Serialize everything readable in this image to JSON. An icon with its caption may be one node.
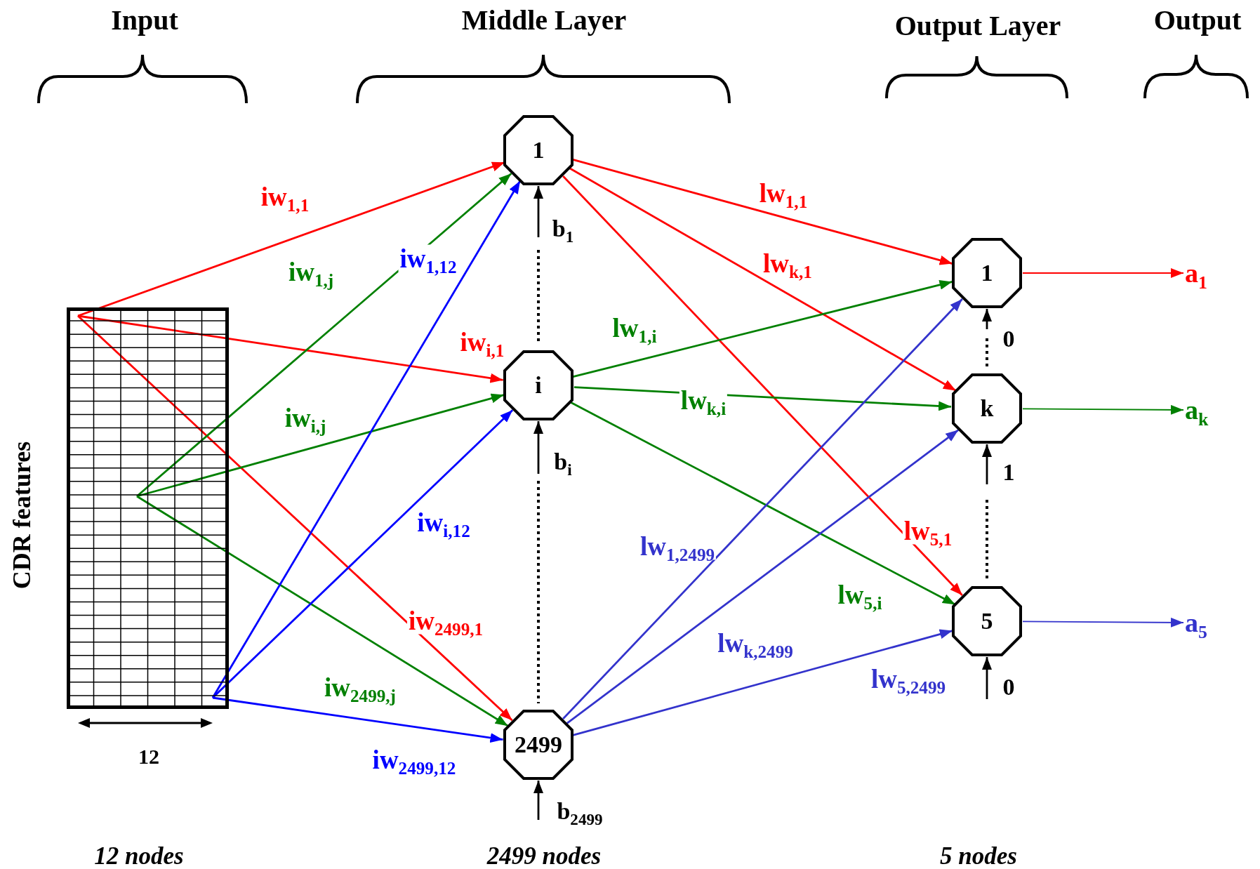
{
  "diagram": {
    "nodes": [
      {
        "text": [],
        "shape": "grid",
        "beside": [
          "CDR features"
        ]
      },
      {
        "text": [
          "1"
        ]
      },
      {
        "text": [
          "i"
        ]
      },
      {
        "text": [
          "2499"
        ]
      },
      {
        "text": [
          "1"
        ]
      },
      {
        "text": [
          "k"
        ]
      },
      {
        "text": [
          "5"
        ]
      },
      {
        "text": [
          "a$_{1}$"
        ]
      },
      {
        "text": [
          "a$_{k}$"
        ]
      },
      {
        "text": [
          "a$_{5}$"
        ]
      }
    ],
    "edges": [
      {
        "from": 0,
        "to": 1,
        "arrow": "to",
        "label": "iw$_{1,1}$",
        "color": "#ff0000"
      },
      {
        "from": 0,
        "to": 2,
        "arrow": "to",
        "label": "iw$_{i,1}$",
        "color": "#ff0000"
      },
      {
        "from": 0,
        "to": 3,
        "arrow": "to",
        "label": "iw$_{2499,1}$",
        "color": "#ff0000"
      },
      {
        "from": 0,
        "to": 1,
        "arrow": "to",
        "label": "iw$_{1,j}$",
        "color": "#008000"
      },
      {
        "from": 0,
        "to": 2,
        "arrow": "to",
        "label": "iw$_{i,j}$",
        "color": "#008000"
      },
      {
        "from": 0,
        "to": 3,
        "arrow": "to",
        "label": "iw$_{2499,j}$",
        "color": "#008000"
      },
      {
        "from": 0,
        "to": 1,
        "arrow": "to",
        "label": "iw$_{1,12}$",
        "color": "#0000ff"
      },
      {
        "from": 0,
        "to": 2,
        "arrow": "to",
        "label": "iw$_{i,12}$",
        "color": "#0000ff"
      },
      {
        "from": 0,
        "to": 3,
        "arrow": "to",
        "label": "iw$_{2499,12}$",
        "color": "#0000ff"
      },
      {
        "from": 1,
        "to": 4,
        "arrow": "to",
        "label": "lw$_{1,1}$",
        "color": "#ff0000"
      },
      {
        "from": 1,
        "to": 5,
        "arrow": "to",
        "label": "lw$_{k,1}$",
        "color": "#ff0000"
      },
      {
        "from": 1,
        "to": 6,
        "arrow": "to",
        "label": "lw$_{5,1}$",
        "color": "#ff0000"
      },
      {
        "from": 2,
        "to": 4,
        "arrow": "to",
        "label": "lw$_{1,i}$",
        "color": "#008000"
      },
      {
        "from": 2,
        "to": 5,
        "arrow": "to",
        "label": "lw$_{k,i}$",
        "color": "#008000"
      },
      {
        "from": 2,
        "to": 6,
        "arrow": "to",
        "label": "lw$_{5,i}$",
        "color": "#008000"
      },
      {
        "from": 3,
        "to": 4,
        "arrow": "to",
        "label": "lw$_{1,2499}$",
        "color": "#3333cc"
      },
      {
        "from": 3,
        "to": 5,
        "arrow": "to",
        "label": "lw$_{k,2499}$",
        "color": "#3333cc"
      },
      {
        "from": 3,
        "to": 6,
        "arrow": "to",
        "label": "lw$_{5,2499}$",
        "color": "#3333cc"
      },
      {
        "from": 4,
        "to": 7,
        "arrow": "to",
        "color": "#ff0000"
      },
      {
        "from": 5,
        "to": 8,
        "arrow": "to",
        "color": "#008000"
      },
      {
        "from": 6,
        "to": 9,
        "arrow": "to",
        "color": "#3333cc"
      },
      {
        "from": null,
        "to": 1,
        "arrow": "to",
        "label": "b$_{1}$",
        "color": "#000000"
      },
      {
        "from": null,
        "to": 2,
        "arrow": "to",
        "label": "b$_{i}$",
        "color": "#000000"
      },
      {
        "from": null,
        "to": 3,
        "arrow": "to",
        "label": "b$_{2499}$",
        "color": "#000000"
      },
      {
        "from": null,
        "to": 4,
        "arrow": "to",
        "label": "0",
        "color": "#000000"
      },
      {
        "from": null,
        "to": 5,
        "arrow": "to",
        "label": "1",
        "color": "#000000"
      },
      {
        "from": null,
        "to": 6,
        "arrow": "to",
        "label": "0",
        "color": "#000000"
      }
    ],
    "labels": [
      "Input",
      "Middle Layer",
      "Output Layer",
      "Output",
      "12",
      "12 nodes",
      "2499 nodes",
      "5 nodes"
    ]
  }
}
